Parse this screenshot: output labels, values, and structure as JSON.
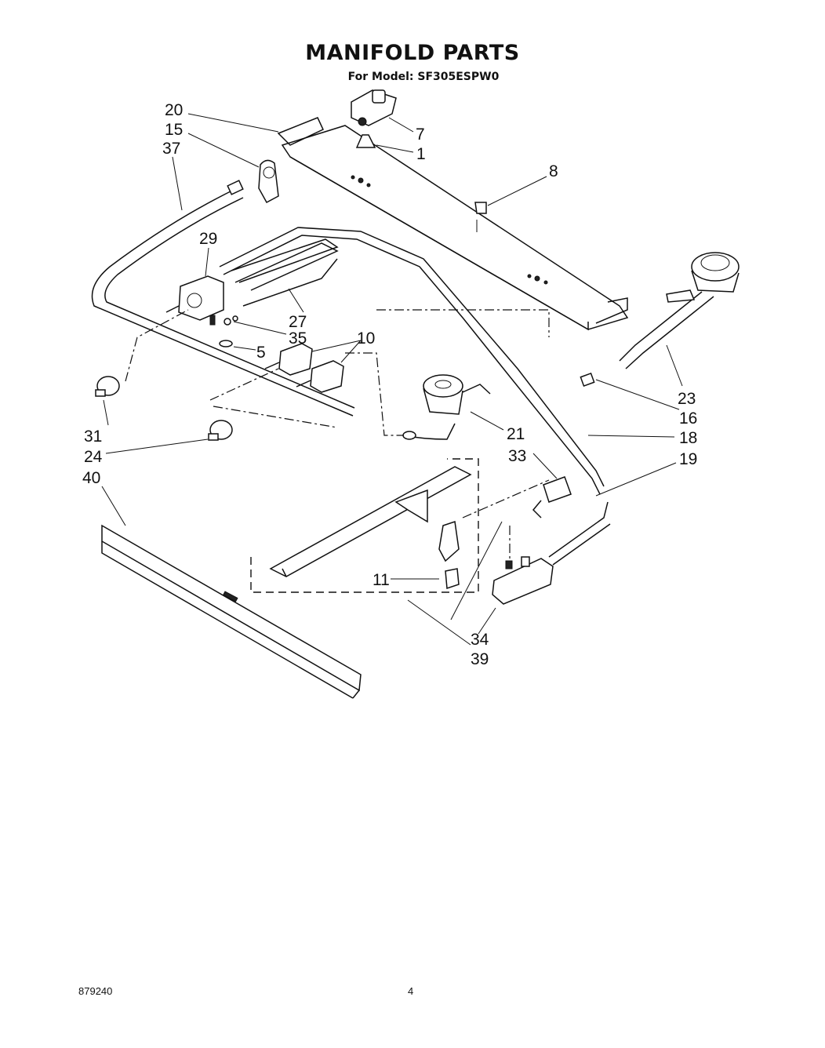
{
  "header": {
    "title": "MANIFOLD PARTS",
    "subtitle": "For Model: SF305ESPW0"
  },
  "callouts": {
    "c20": "20",
    "c15": "15",
    "c37": "37",
    "c7": "7",
    "c1": "1",
    "c8": "8",
    "c29": "29",
    "c27": "27",
    "c35": "35",
    "c10": "10",
    "c5": "5",
    "c23": "23",
    "c16": "16",
    "c18": "18",
    "c21": "21",
    "c31": "31",
    "c24": "24",
    "c40": "40",
    "c33": "33",
    "c19": "19",
    "c11": "11",
    "c34": "34",
    "c39": "39"
  },
  "footer": {
    "doc_number": "879240",
    "page_number": "4"
  }
}
